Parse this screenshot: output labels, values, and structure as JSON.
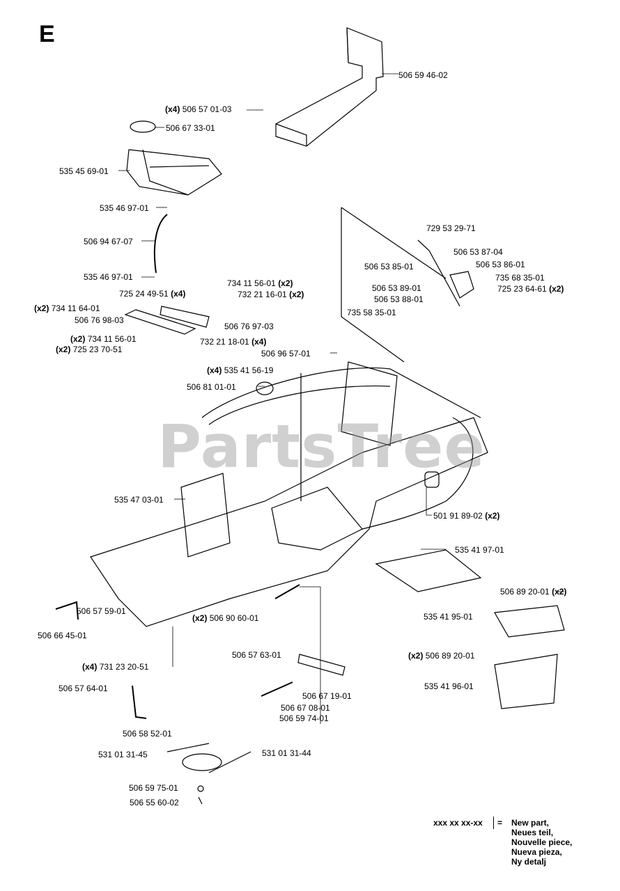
{
  "section_letter": "E",
  "watermark": "PartsTree",
  "labels": {
    "p506594602": "506 59 46-02",
    "p506570103_qty": "(x4)",
    "p506570103": "506 57 01-03",
    "p506673301": "506 67 33-01",
    "p535456901": "535 45 69-01",
    "p535469701a": "535 46 97-01",
    "p506946707": "506 94 67-07",
    "p535469701b": "535 46 97-01",
    "p725244951": "725 24 49-51",
    "p725244951_qty": "(x4)",
    "p734115601a": "734 11 56-01",
    "p734115601a_qty": "(x2)",
    "p732211601": "732 21 16-01",
    "p732211601_qty": "(x2)",
    "p734116401_qty": "(x2)",
    "p734116401": "734 11 64-01",
    "p506769803": "506 76 98-03",
    "p506769703": "506 76 97-03",
    "p734115601b_qty": "(x2)",
    "p734115601b": "734 11 56-01",
    "p725237051_qty": "(x2)",
    "p725237051": "725 23 70-51",
    "p732211801": "732 21 18-01",
    "p732211801_qty": "(x4)",
    "p729532971": "729 53 29-71",
    "p506538704": "506 53 87-04",
    "p506538501": "506 53 85-01",
    "p506538601": "506 53 86-01",
    "p735683501a": "735 68 35-01",
    "p506538901": "506 53 89-01",
    "p725236461": "725 23 64-61",
    "p725236461_qty": "(x2)",
    "p506538801": "506 53 88-01",
    "p735583501": "735 58 35-01",
    "p506965701": "506 96 57-01",
    "p535415619_qty": "(x4)",
    "p535415619": "535 41 56-19",
    "p506810101": "506 81 01-01",
    "p501918902": "501 91 89-02",
    "p501918902_qty": "(x2)",
    "p535470301": "535 47 03-01",
    "p535419701": "535 41 97-01",
    "p506892001a": "506 89 20-01",
    "p506892001a_qty": "(x2)",
    "p506575901": "506 57 59-01",
    "p506906001_qty": "(x2)",
    "p506906001": "506 90 60-01",
    "p535419501": "535 41 95-01",
    "p506664501": "506 66 45-01",
    "p731232051_qty": "(x4)",
    "p731232051": "731 23 20-51",
    "p506576301": "506 57 63-01",
    "p506892001b_qty": "(x2)",
    "p506892001b": "506 89 20-01",
    "p535419601": "535 41 96-01",
    "p506576401": "506 57 64-01",
    "p506671901": "506 67 19-01",
    "p506670801": "506 67 08-01",
    "p506597401": "506 59 74-01",
    "p506585201": "506 58 52-01",
    "p531013145": "531 01 31-45",
    "p531013144": "531 01 31-44",
    "p506597501": "506 59 75-01",
    "p506556002": "506 55 60-02"
  },
  "legend": {
    "code": "xxx xx xx-xx",
    "equals": "=",
    "lines": [
      "New part,",
      "Neues teil,",
      "Nouvelle piece,",
      "Nueva pieza,",
      "Ny detalj"
    ]
  }
}
